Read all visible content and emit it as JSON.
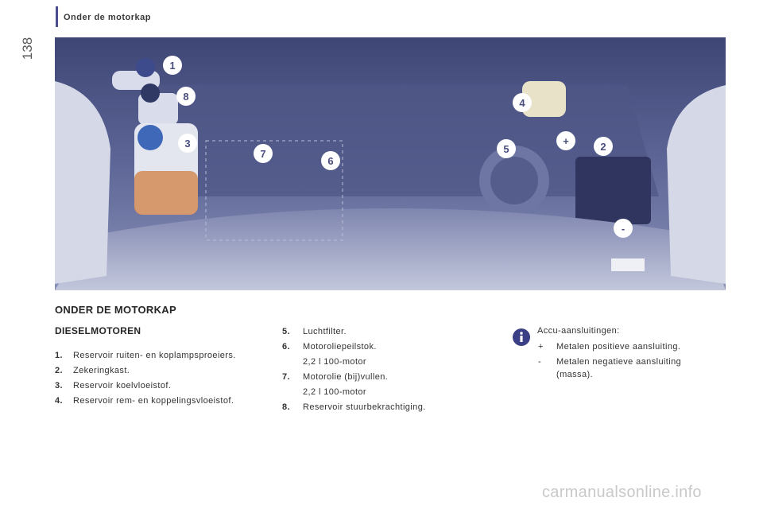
{
  "page_number": "138",
  "header": {
    "title": "Onder de motorkap"
  },
  "figure": {
    "callouts": [
      {
        "label": "1"
      },
      {
        "label": "8"
      },
      {
        "label": "3"
      },
      {
        "label": "7"
      },
      {
        "label": "6"
      },
      {
        "label": "4"
      },
      {
        "label": "5"
      },
      {
        "label": "+"
      },
      {
        "label": "2"
      },
      {
        "label": "-"
      }
    ],
    "colors": {
      "background": "#5d6696",
      "callout": "#ffffff",
      "callout_text": "#4a4f7f",
      "coolant": "#d4905f",
      "engine_cover": "#bfc3d8"
    }
  },
  "section_title": "ONDER DE MOTORKAP",
  "sub_title": "DIESELMOTOREN",
  "col1": [
    {
      "num": "1.",
      "text": "Reservoir ruiten- en koplampsproeiers."
    },
    {
      "num": "2.",
      "text": "Zekeringkast."
    },
    {
      "num": "3.",
      "text": "Reservoir koelvloeistof."
    },
    {
      "num": "4.",
      "text": "Reservoir rem- en koppelingsvloeistof."
    }
  ],
  "col2": {
    "item5": {
      "num": "5.",
      "text": "Luchtfilter."
    },
    "item6": {
      "num": "6.",
      "text": "Motoroliepeilstok.",
      "sub": "2,2 l 100-motor"
    },
    "item7": {
      "num": "7.",
      "text": "Motorolie (bij)vullen.",
      "sub": "2,2 l 100-motor"
    },
    "item8": {
      "num": "8.",
      "text": "Reservoir stuurbekrachtiging."
    }
  },
  "info": {
    "icon": "info-icon",
    "title": "Accu-aansluitingen:",
    "items": [
      {
        "sym": "+",
        "line1": "Metalen positieve aansluiting."
      },
      {
        "sym": "-",
        "line1": "Metalen negatieve aansluiting",
        "line2": "(massa)."
      }
    ]
  },
  "watermark": "carmanualsonline.info"
}
